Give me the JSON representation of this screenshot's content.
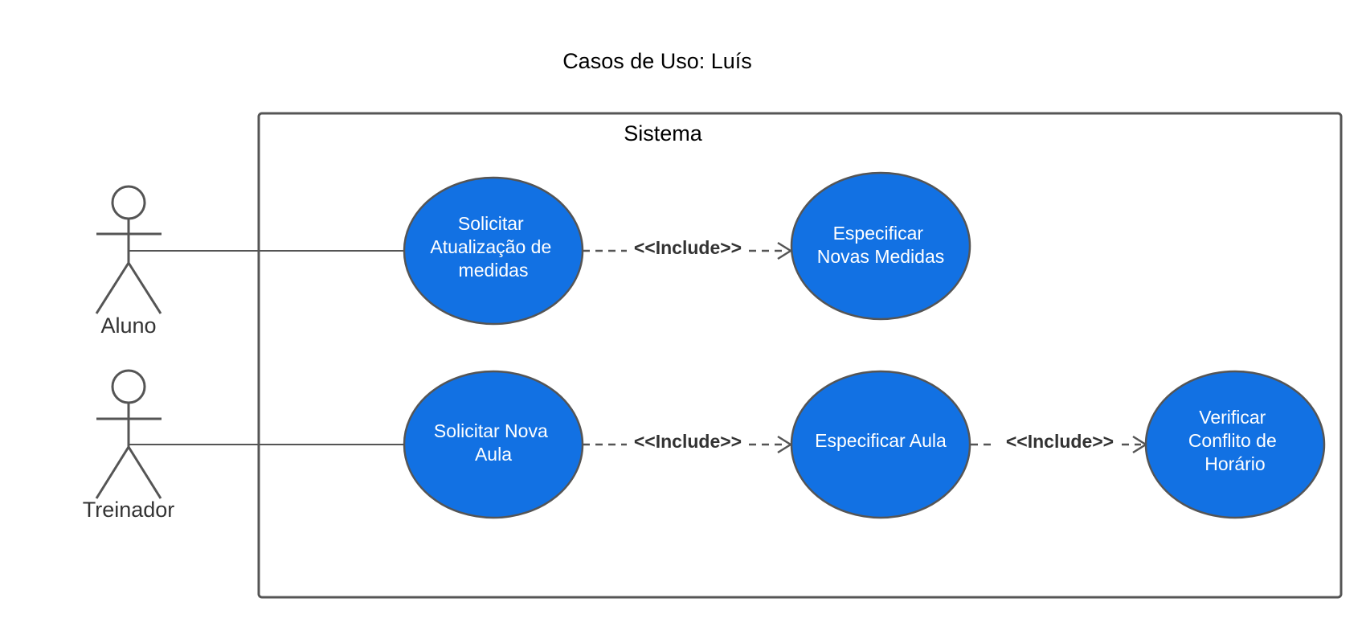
{
  "diagram": {
    "title": "Casos de Uso: Luís",
    "system_label": "Sistema",
    "actors": [
      {
        "id": "aluno",
        "label": "Aluno"
      },
      {
        "id": "treinador",
        "label": "Treinador"
      }
    ],
    "use_cases": [
      {
        "id": "uc1",
        "lines": [
          "Solicitar",
          "Atualização de",
          "medidas"
        ]
      },
      {
        "id": "uc2",
        "lines": [
          "Especificar",
          "Novas Medidas"
        ]
      },
      {
        "id": "uc3",
        "lines": [
          "Solicitar Nova",
          "Aula"
        ]
      },
      {
        "id": "uc4",
        "lines": [
          "Especificar Aula"
        ]
      },
      {
        "id": "uc5",
        "lines": [
          "Verificar",
          "Conflito de",
          "Horário"
        ]
      }
    ],
    "include_label": "<<Include>>",
    "relations": [
      {
        "type": "association",
        "from": "aluno",
        "to": "uc1"
      },
      {
        "type": "association",
        "from": "treinador",
        "to": "uc3"
      },
      {
        "type": "include",
        "from": "uc1",
        "to": "uc2"
      },
      {
        "type": "include",
        "from": "uc3",
        "to": "uc4"
      },
      {
        "type": "include",
        "from": "uc4",
        "to": "uc5"
      }
    ],
    "colors": {
      "use_case_fill": "#1271e3",
      "stroke": "#555555",
      "include_text": "#333333"
    }
  }
}
